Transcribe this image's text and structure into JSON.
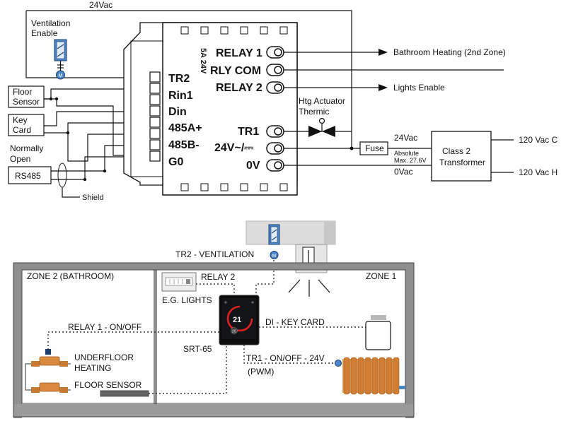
{
  "wiring": {
    "top_voltage": "24Vac",
    "ventilation_enable": [
      "Ventilation",
      "Enable"
    ],
    "floor_sensor": [
      "Floor",
      "Sensor"
    ],
    "key_card": [
      "Key",
      "Card"
    ],
    "normally_open": [
      "Normally",
      "Open"
    ],
    "rs485": "RS485",
    "shield": "Shield",
    "rating": "5A 24V",
    "left_terminals": [
      "TR2",
      "Rin1",
      "Din",
      "485A+",
      "485B-",
      "G0"
    ],
    "right_terminals": [
      "RELAY 1",
      "RLY COM",
      "RELAY 2",
      "TR1",
      "24V~/⎓",
      "0V"
    ],
    "bathroom_heating": "Bathroom Heating (2nd Zone)",
    "lights_enable": "Lights Enable",
    "htg_actuator": [
      "Htg Actuator",
      "Thermic"
    ],
    "fuse": "Fuse",
    "fuse_voltage": "24Vac",
    "absolute": [
      "Absolute",
      "Max. 27.6V"
    ],
    "zero_vac": "0Vac",
    "transformer": [
      "Class 2",
      "Transformer"
    ],
    "supply_c": "120 Vac C",
    "supply_h": "120 Vac H"
  },
  "floorplan": {
    "tr2_ventilation": "TR2 - VENTILATION",
    "zone2": "ZONE 2 (BATHROOM)",
    "zone1": "ZONE 1",
    "relay2": "RELAY 2",
    "eg_lights": "E.G. LIGHTS",
    "relay1": "RELAY 1 - ON/OFF",
    "di_key_card": "DI - KEY CARD",
    "underfloor": [
      "UNDERFLOOR",
      "HEATING"
    ],
    "srt": "SRT-65",
    "tr1": "TR1 - ON/OFF - 24V",
    "pwm": "(PWM)",
    "floor_sensor": "FLOOR SENSOR",
    "display_value": "21",
    "display_small": "20"
  },
  "colors": {
    "line": "#111111",
    "wall": "#8f8f8f",
    "floor": "#9a9a9a",
    "fan_blue": "#4a86c8",
    "radiator": "#d98a3e",
    "thermostat_ring": "#e02020"
  }
}
